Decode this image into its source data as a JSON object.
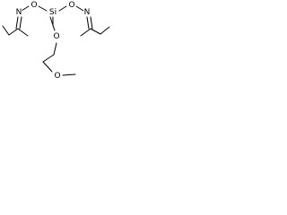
{
  "molecule": {
    "atoms": {
      "n_left": "N",
      "o_left": "O",
      "si": "Si",
      "o_right": "O",
      "n_right": "N",
      "o_lower": "O",
      "o_methoxy": "O"
    }
  }
}
